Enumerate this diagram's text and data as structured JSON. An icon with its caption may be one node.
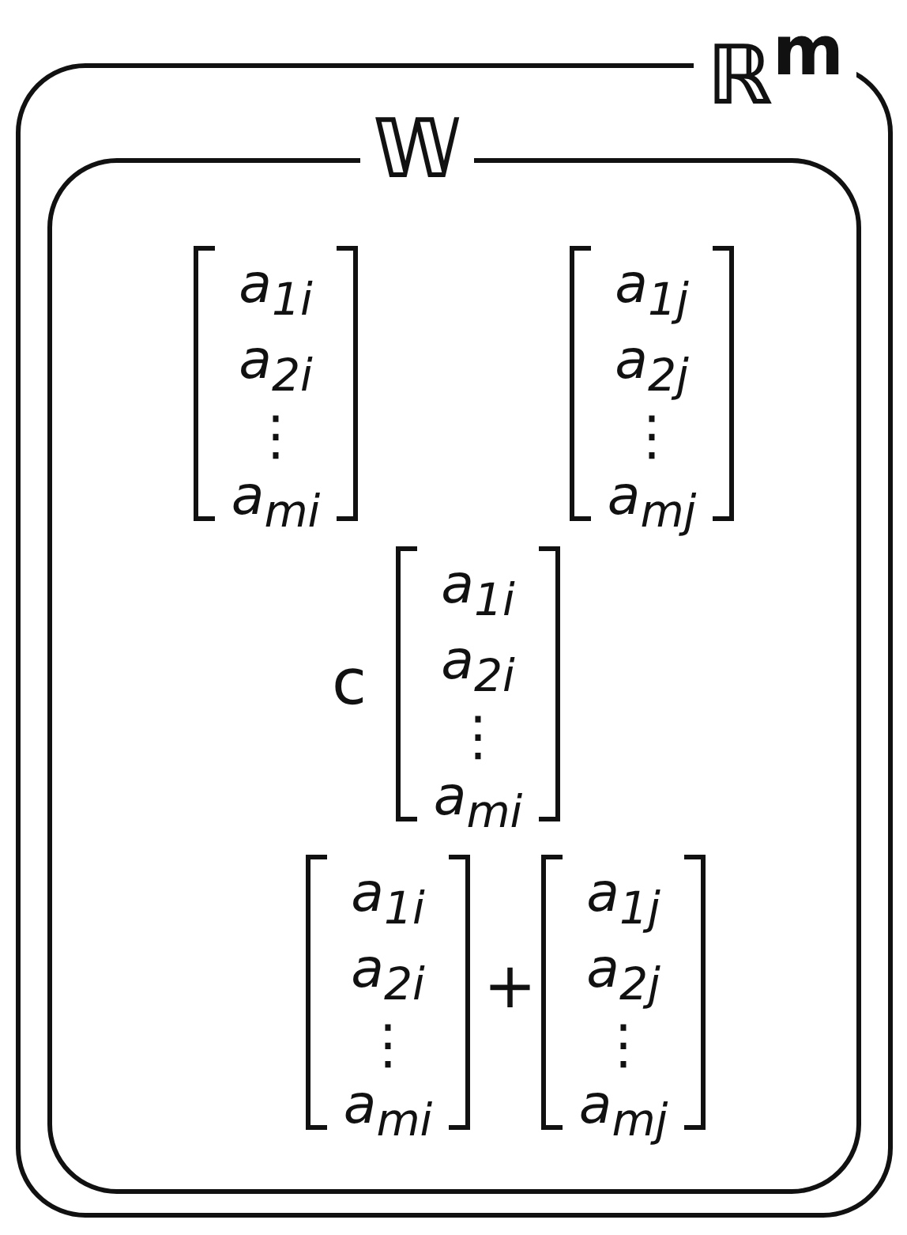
{
  "diagram": {
    "nodes": [
      {
        "text": [
          "ℝ$^{m}$"
        ]
      },
      {
        "text": [
          "𝕎"
        ],
        "in": 0
      },
      {
        "text": [
          "a$_{1i}$",
          "a$_{2i}$",
          "⋮",
          "a$_{mi}$"
        ],
        "in": 1
      },
      {
        "text": [
          "a$_{1j}$",
          "a$_{2j}$",
          "⋮",
          "a$_{mj}$"
        ],
        "in": 1
      },
      {
        "text": [
          "a$_{1i}$",
          "a$_{2i}$",
          "⋮",
          "a$_{mi}$"
        ],
        "in": 1,
        "beside": [
          "c"
        ]
      },
      {
        "text": [
          "a$_{1i}$",
          "a$_{2i}$",
          "⋮",
          "a$_{mi}$"
        ],
        "in": 1
      },
      {
        "text": [
          "a$_{1j}$",
          "a$_{2j}$",
          "⋮",
          "a$_{mj}$"
        ],
        "in": 1
      }
    ],
    "labels": [
      "+"
    ]
  }
}
